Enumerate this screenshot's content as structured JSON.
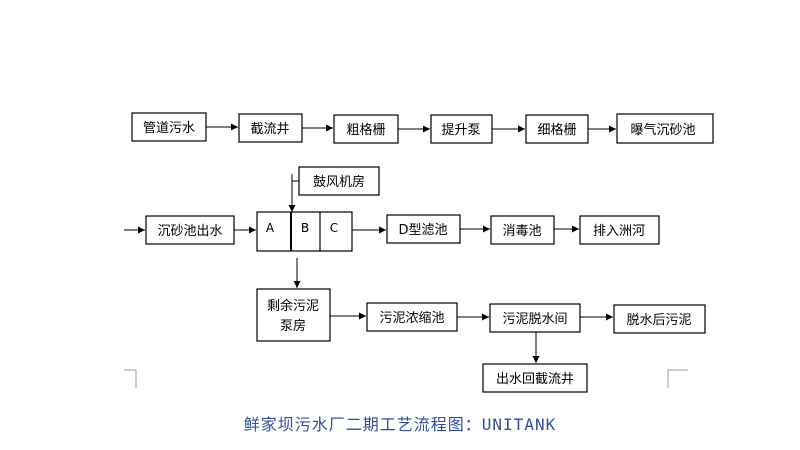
{
  "nodes": {
    "pipe_sewage": "管道污水",
    "intercept_well": "截流井",
    "coarse_screen": "粗格栅",
    "lift_pump": "提升泵",
    "fine_screen": "细格栅",
    "aerated_grit": "曝气沉砂池",
    "blower_room": "鼓风机房",
    "grit_outlet": "沉砂池出水",
    "tank_a": "A",
    "tank_b": "B",
    "tank_c": "C",
    "d_filter": "D型滤池",
    "disinfection": "消毒池",
    "discharge": "排入洲河",
    "sludge_pump_line1": "剩余污泥",
    "sludge_pump_line2": "泵房",
    "sludge_thickener": "污泥浓缩池",
    "dewatering": "污泥脱水间",
    "dewatered_sludge": "脱水后污泥",
    "return_well": "出水回截流井"
  },
  "caption": "鲜家坝污水厂二期工艺流程图：UNITANK",
  "colors": {
    "caption": "#2e4f9a",
    "line": "#000000",
    "corner": "#9a9a9a"
  }
}
